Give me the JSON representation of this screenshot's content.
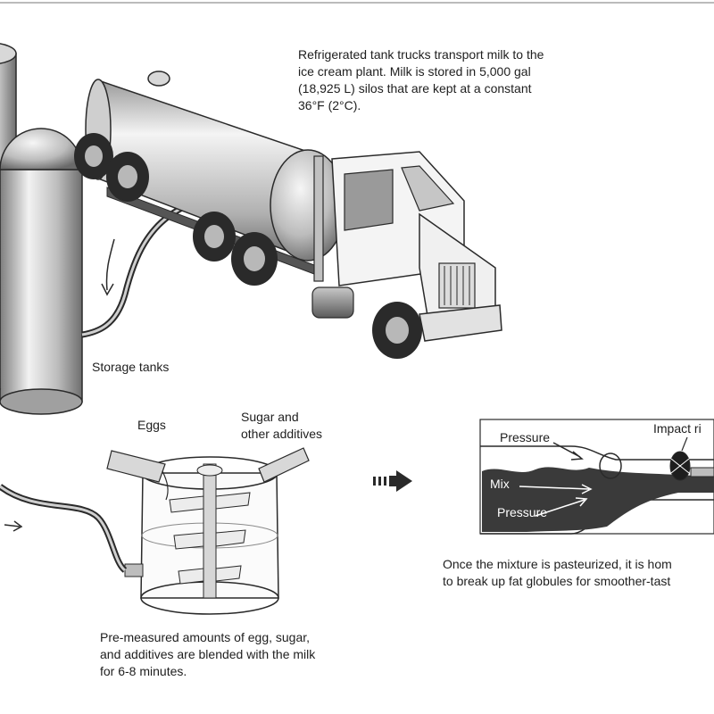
{
  "captions": {
    "truck": "Refrigerated tank trucks transport milk to the\nice cream plant. Milk is stored in 5,000 gal\n(18,925 L) silos that are kept at a constant\n36°F (2°C).",
    "storage": "Storage tanks",
    "eggs": "Eggs",
    "sugar": "Sugar and\nother additives",
    "blend": "Pre-measured amounts of egg, sugar,\nand additives are blended with the milk\nfor 6-8 minutes.",
    "pressure_top": "Pressure",
    "mix": "Mix",
    "pressure_bottom": "Pressure",
    "impact_ring": "Impact ri",
    "homogenize": "Once the mixture is pasteurized, it is hom\nto break up fat globules for smoother-tast"
  },
  "colors": {
    "line": "#2a2a2a",
    "metal_light": "#e8e8e8",
    "metal_dark": "#8a8a8a",
    "mix_dark": "#3a3a3a"
  }
}
